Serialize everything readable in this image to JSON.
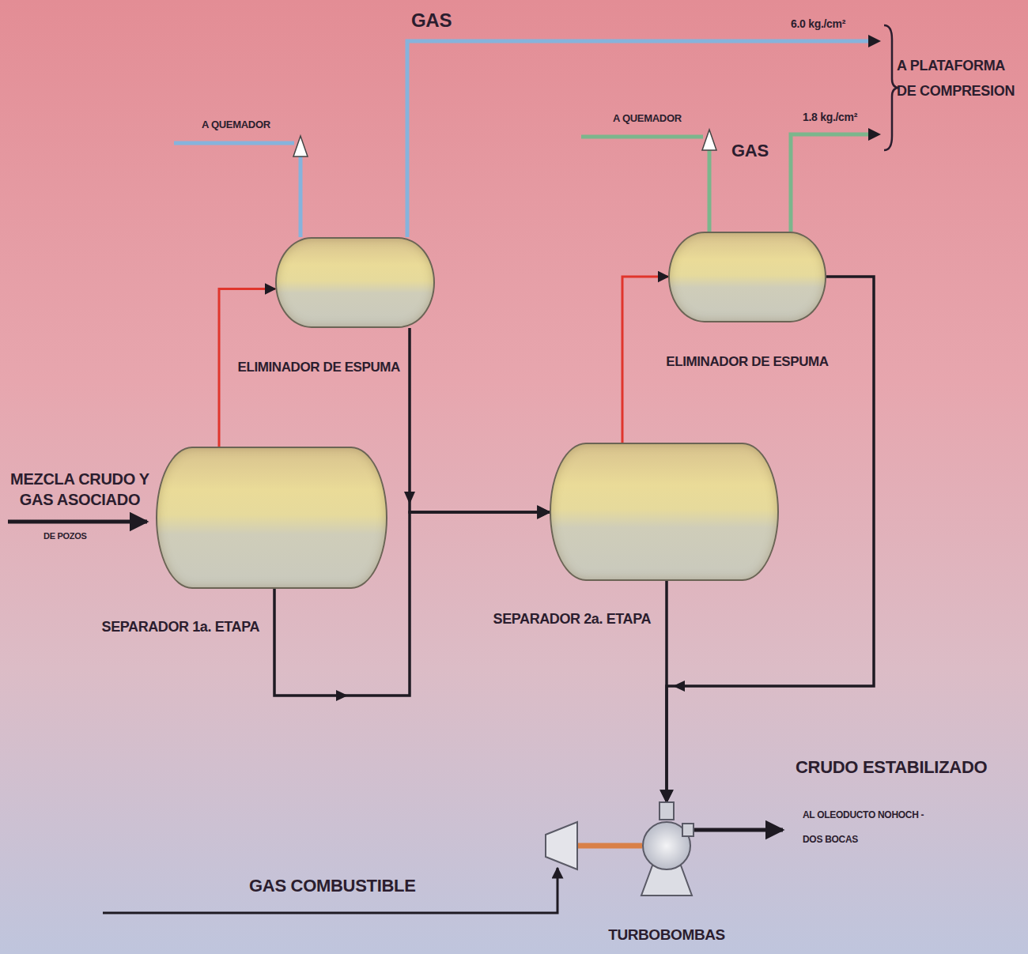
{
  "diagram": {
    "nodes": [
      {
        "text": [
          "ELIMINADOR DE ESPUMA"
        ]
      },
      {
        "text": [
          "ELIMINADOR DE ESPUMA"
        ]
      },
      {
        "text": [
          "SEPARADOR 1a. ETAPA"
        ]
      },
      {
        "text": [
          "SEPARADOR 2a. ETAPA"
        ]
      },
      {
        "text": [
          "TURBOBOMBAS"
        ]
      }
    ],
    "edges": [
      {
        "from": 2,
        "to": 0,
        "arrow": "to"
      },
      {
        "from": 0,
        "to": 3,
        "arrow": "to"
      },
      {
        "from": 2,
        "to": 3,
        "arrow": "to"
      },
      {
        "from": 3,
        "to": 1,
        "arrow": "to"
      },
      {
        "from": 1,
        "to": 4,
        "arrow": "to"
      },
      {
        "from": 3,
        "to": 4,
        "arrow": "to"
      }
    ],
    "labels": [
      "GAS",
      "6.0 kg./cm²",
      "A PLATAFORMA DE COMPRESION",
      "A QUEMADOR",
      "A QUEMADOR",
      "1.8 kg./cm²",
      "GAS",
      "MEZCLA CRUDO Y GAS ASOCIADO",
      "DE POZOS",
      "CRUDO ESTABILIZADO",
      "AL OLEODUCTO NOHOCH - DOS BOCAS",
      "GAS COMBUSTIBLE"
    ]
  }
}
